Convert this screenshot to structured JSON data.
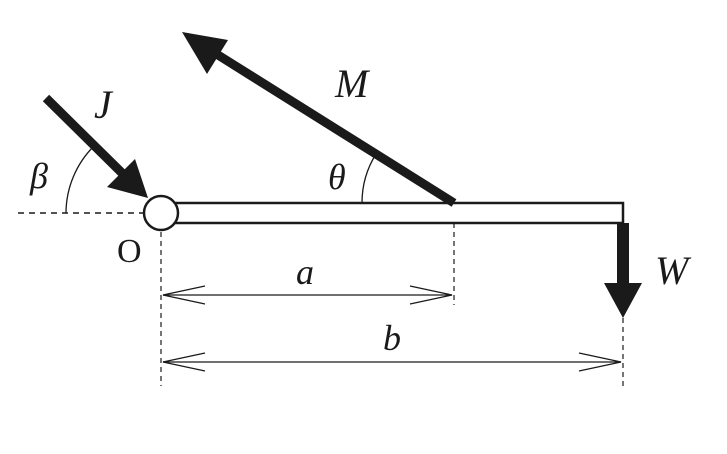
{
  "labels": {
    "pivot": "O",
    "force_j": "J",
    "force_m": "M",
    "force_w": "W",
    "angle_beta": "β",
    "angle_theta": "θ",
    "dim_a": "a",
    "dim_b": "b"
  },
  "colors": {
    "ink": "#1a1a1a",
    "background": "#ffffff"
  }
}
